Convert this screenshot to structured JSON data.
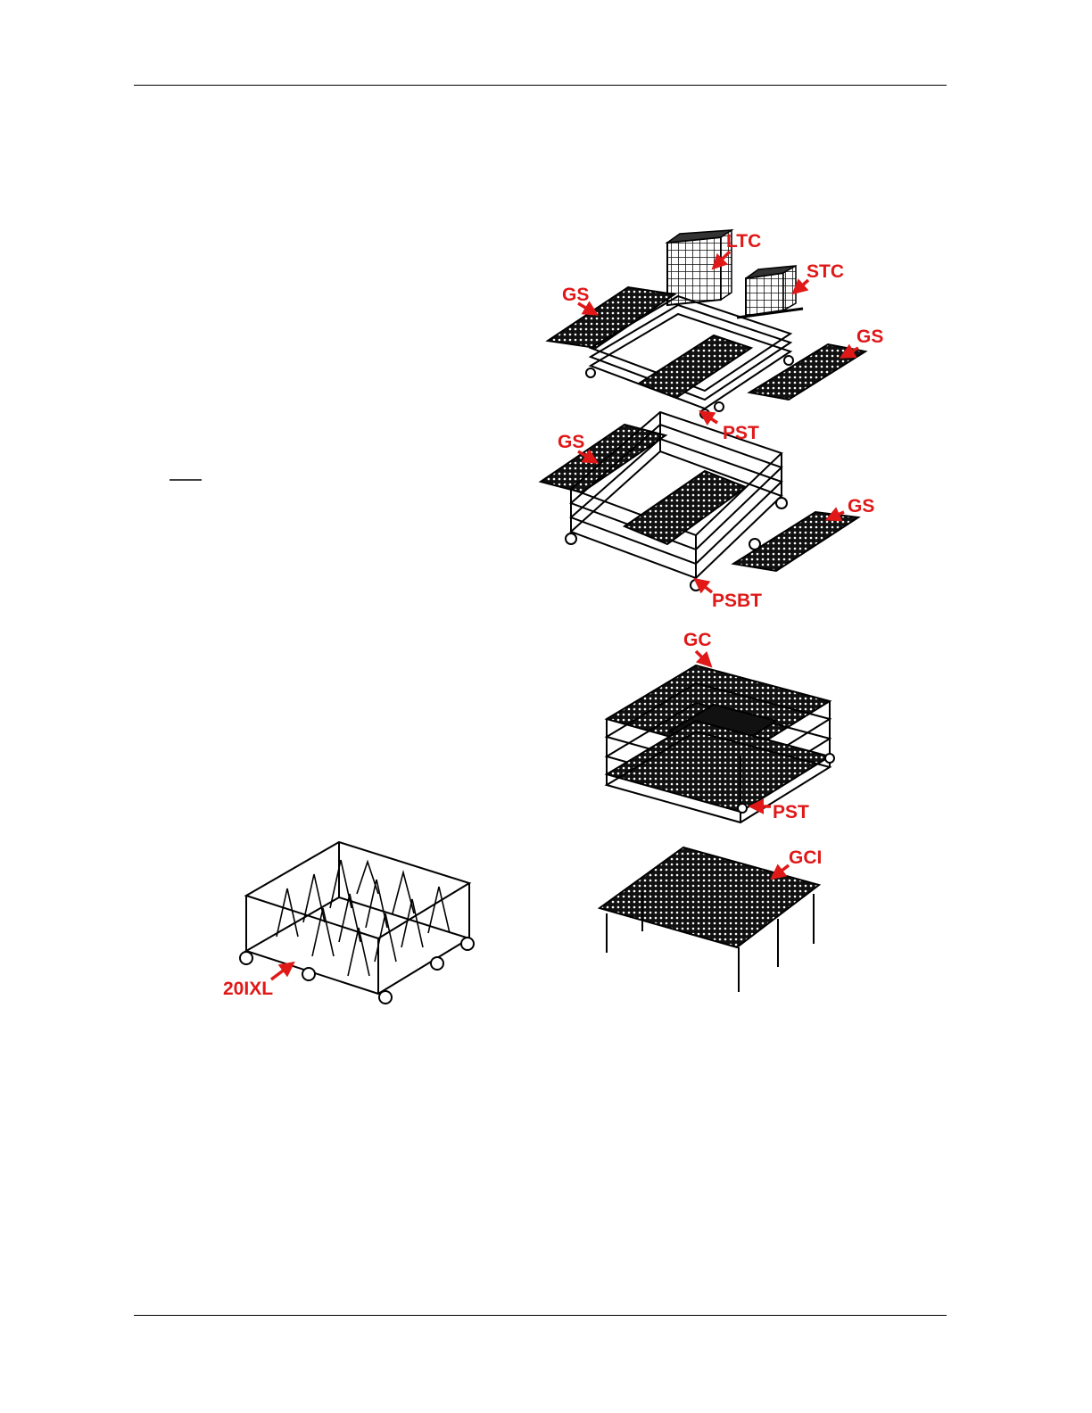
{
  "colors": {
    "callout": "#e01818",
    "line": "#000000",
    "mesh": "#222222"
  },
  "labels": {
    "ltc": "LTC",
    "stc": "STC",
    "gs_top_left": "GS",
    "gs_top_right": "GS",
    "pst_top": "PST",
    "gs_mid_left": "GS",
    "gs_mid_right": "GS",
    "psbt": "PSBT",
    "gc": "GC",
    "pst_bottom": "PST",
    "gci": "GCI",
    "rack_20ixl": "20IXL"
  }
}
